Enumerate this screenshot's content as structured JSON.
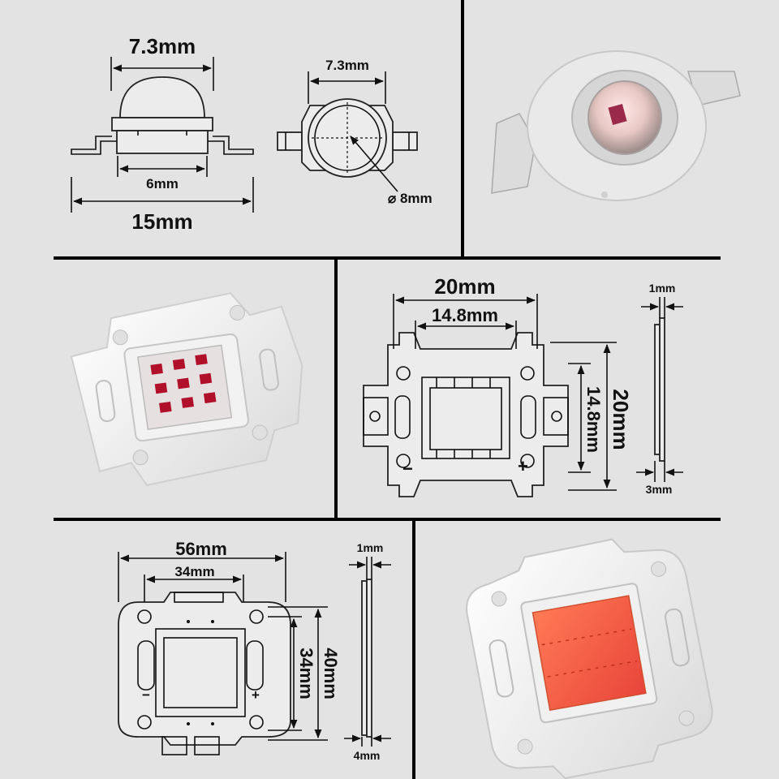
{
  "panel1": {
    "dome_width": "7.3mm",
    "inner_width": "6mm",
    "total_width": "15mm"
  },
  "panel2": {
    "top_width": "7.3mm",
    "diameter": "⌀ 8mm"
  },
  "panel5": {
    "outer_width": "20mm",
    "inner_width": "14.8mm",
    "inner_height": "14.8mm",
    "outer_height": "20mm",
    "side_top": "1mm",
    "side_bottom": "3mm"
  },
  "panel6": {
    "outer_width": "56mm",
    "inner_width": "34mm",
    "inner_height": "34mm",
    "outer_height": "40mm",
    "side_top": "1mm",
    "side_bottom": "4mm"
  },
  "colors": {
    "background": "#e3e3e3",
    "divider": "#000000",
    "chip_red": "#b0102a",
    "cob_red": "#f06040",
    "board_white": "#f4f4f4"
  }
}
